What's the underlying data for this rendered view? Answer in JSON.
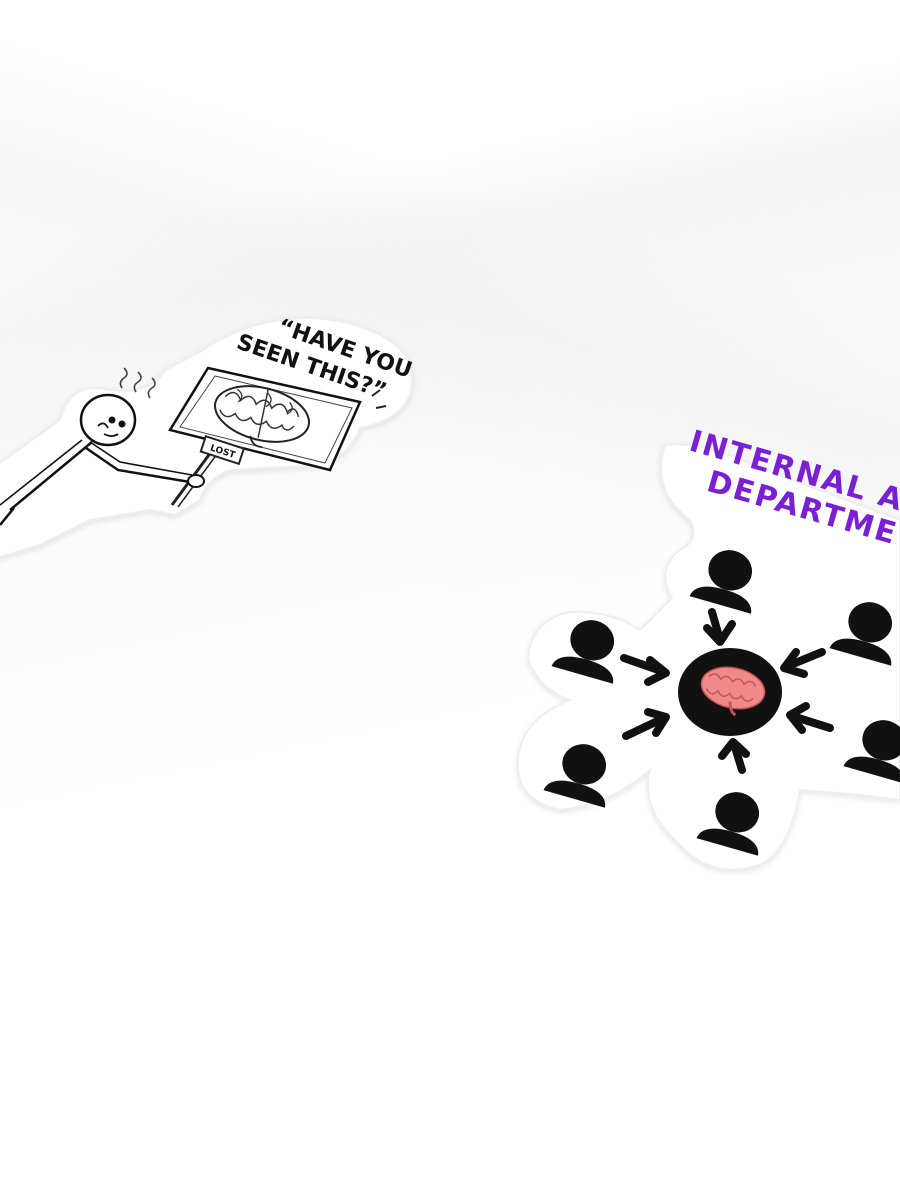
{
  "sticker_lost_brain": {
    "speech_line_1": "“HAVE YOU",
    "speech_line_2": "SEEN THIS?”",
    "sign_label": "LOST"
  },
  "sticker_internal_affairs": {
    "title_line_1": "INTERNAL AF",
    "title_line_2": "DEPARTME",
    "title_color": "#7b1fd6",
    "brain_color": "#f08a8a"
  }
}
